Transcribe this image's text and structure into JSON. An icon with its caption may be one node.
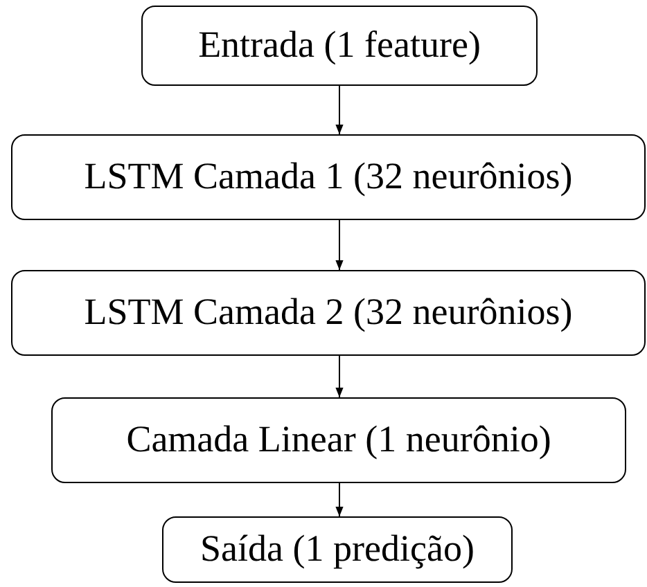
{
  "diagram": {
    "nodes": [
      {
        "text": [
          "Entrada (1 feature)"
        ]
      },
      {
        "text": [
          "LSTM Camada 1 (32 neurônios)"
        ]
      },
      {
        "text": [
          "LSTM Camada 2 (32 neurônios)"
        ]
      },
      {
        "text": [
          "Camada Linear (1 neurônio)"
        ]
      },
      {
        "text": [
          "Saída (1 predição)"
        ]
      }
    ],
    "edges": [
      {
        "from": 0,
        "to": 1,
        "arrow": "to"
      },
      {
        "from": 1,
        "to": 2,
        "arrow": "to"
      },
      {
        "from": 2,
        "to": 3,
        "arrow": "to"
      },
      {
        "from": 3,
        "to": 4,
        "arrow": "to"
      }
    ]
  }
}
